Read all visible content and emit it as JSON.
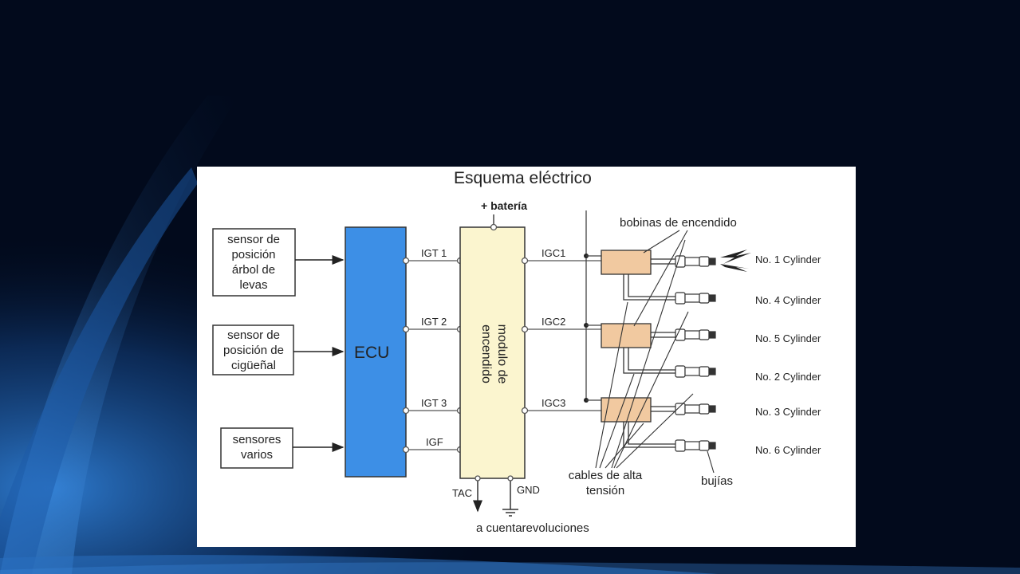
{
  "colors": {
    "slide_background": "#020a1c",
    "ecu_fill": "#3d8fe6",
    "module_fill": "#fbf5cf",
    "coil_fill": "#f1c9a0"
  },
  "diagram": {
    "title": "Esquema eléctrico",
    "battery_label": "+ batería",
    "inputs": [
      {
        "lines": [
          "sensor de",
          "posición",
          "árbol de",
          "levas"
        ]
      },
      {
        "lines": [
          "sensor de",
          "posición de",
          "cigüeñal"
        ]
      },
      {
        "lines": [
          "sensores",
          "varios"
        ]
      }
    ],
    "ecu_label": "ECU",
    "ecu_signals": [
      "IGT 1",
      "IGT 2",
      "IGT 3",
      "IGF"
    ],
    "module_lines": [
      "modulo de",
      "encendido"
    ],
    "coil_signals": [
      "IGC1",
      "IGC2",
      "IGC3"
    ],
    "tac_label": "TAC",
    "gnd_label": "GND",
    "tac_target": "a cuentarevoluciones",
    "coils_label": "bobinas de encendido",
    "cables_lines": [
      "cables de alta",
      "tensión"
    ],
    "plugs_label": "bujías",
    "cylinders": [
      "No. 1 Cylinder",
      "No. 4 Cylinder",
      "No. 5 Cylinder",
      "No. 2 Cylinder",
      "No. 3 Cylinder",
      "No. 6 Cylinder"
    ]
  }
}
